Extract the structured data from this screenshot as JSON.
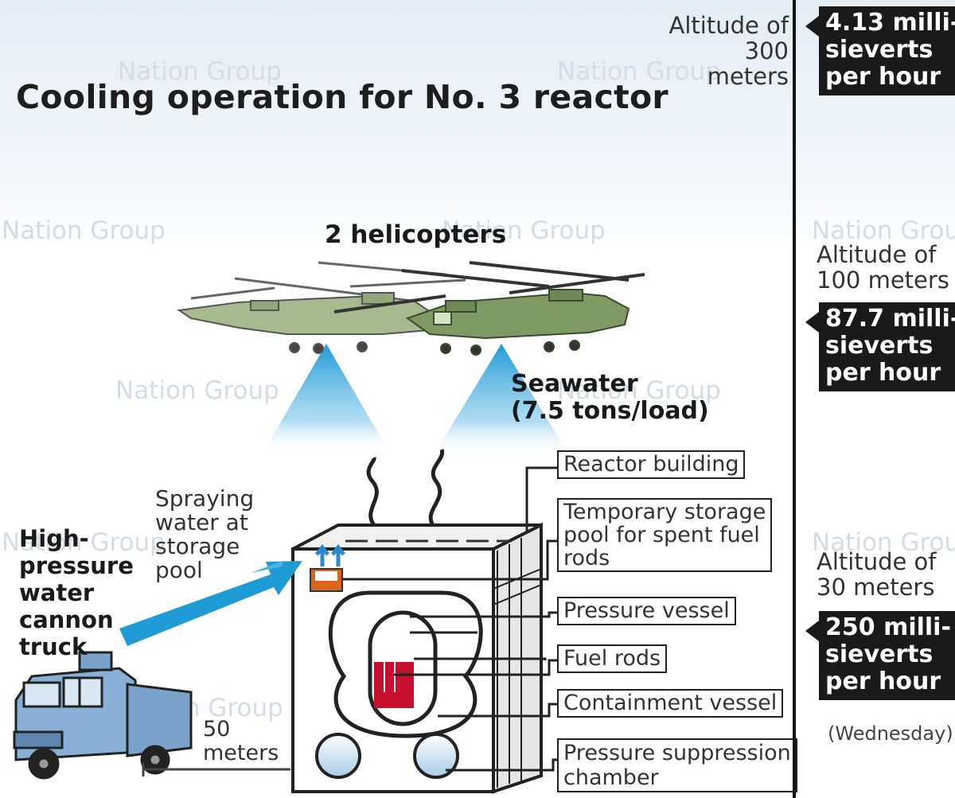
{
  "title": "Cooling operation for No. 3 reactor",
  "watermark": "Nation Group",
  "helicopters_label": "2 helicopters",
  "seawater": {
    "line1": "Seawater",
    "line2": "(7.5 tons/load)"
  },
  "spraying": [
    "Spraying",
    "water at",
    "storage",
    "pool"
  ],
  "truck": [
    "High-",
    "pressure",
    "water",
    "cannon",
    "truck"
  ],
  "distance": [
    "50",
    "meters"
  ],
  "components": {
    "reactor_building": "Reactor building",
    "storage_pool": [
      "Temporary storage",
      "pool for spent fuel",
      "rods"
    ],
    "pressure_vessel": "Pressure vessel",
    "fuel_rods": "Fuel rods",
    "containment_vessel": "Containment vessel",
    "suppression_chamber": [
      "Pressure suppression",
      "chamber"
    ]
  },
  "readings": [
    {
      "altitude": [
        "Altitude of",
        "300 meters"
      ],
      "dose": [
        "4.13 milli-",
        "sieverts",
        "per hour"
      ]
    },
    {
      "altitude": [
        "Altitude of",
        "100 meters"
      ],
      "dose": [
        "87.7 milli-",
        "sieverts",
        "per hour"
      ]
    },
    {
      "altitude": [
        "Altitude of",
        "30 meters"
      ],
      "dose": [
        "250 milli-",
        "sieverts",
        "per hour"
      ]
    }
  ],
  "date_note": "(Wednesday)",
  "colors": {
    "spray": "#2aa6dc",
    "arrow": "#1f9bd6",
    "helicopter": "#7e9a62",
    "fuel": "#c8102e",
    "truck": "#7fa8cf"
  }
}
